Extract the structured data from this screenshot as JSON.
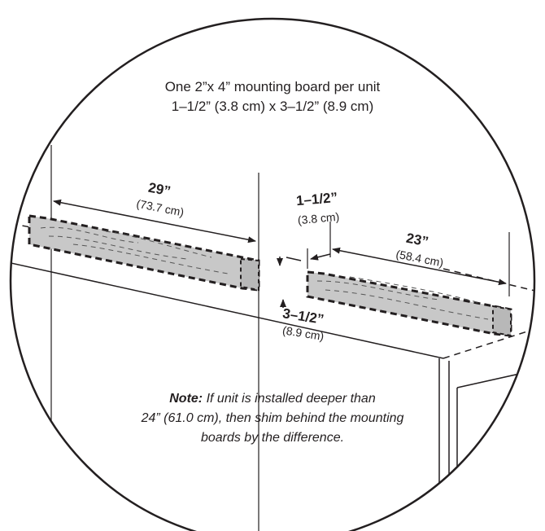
{
  "title": {
    "line1": "One 2”x 4” mounting board per unit",
    "line2": "1–1/2” (3.8 cm) x 3–1/2” (8.9 cm)"
  },
  "dimensions": {
    "left_board_length": "29”",
    "left_board_length_metric": "(73.7 cm)",
    "gap": "1–1/2”",
    "gap_metric": "(3.8 cm)",
    "right_board_length": "23”",
    "right_board_length_metric": "(58.4 cm)",
    "board_width": "3–1/2”",
    "board_width_metric": "(8.9 cm)"
  },
  "note": {
    "label": "Note:",
    "line1": "If unit is installed deeper than",
    "line2": "24” (61.0 cm), then shim behind the mounting",
    "line3": "boards by the difference."
  },
  "colors": {
    "line": "#231f20",
    "board_fill": "#c8c8c8"
  }
}
